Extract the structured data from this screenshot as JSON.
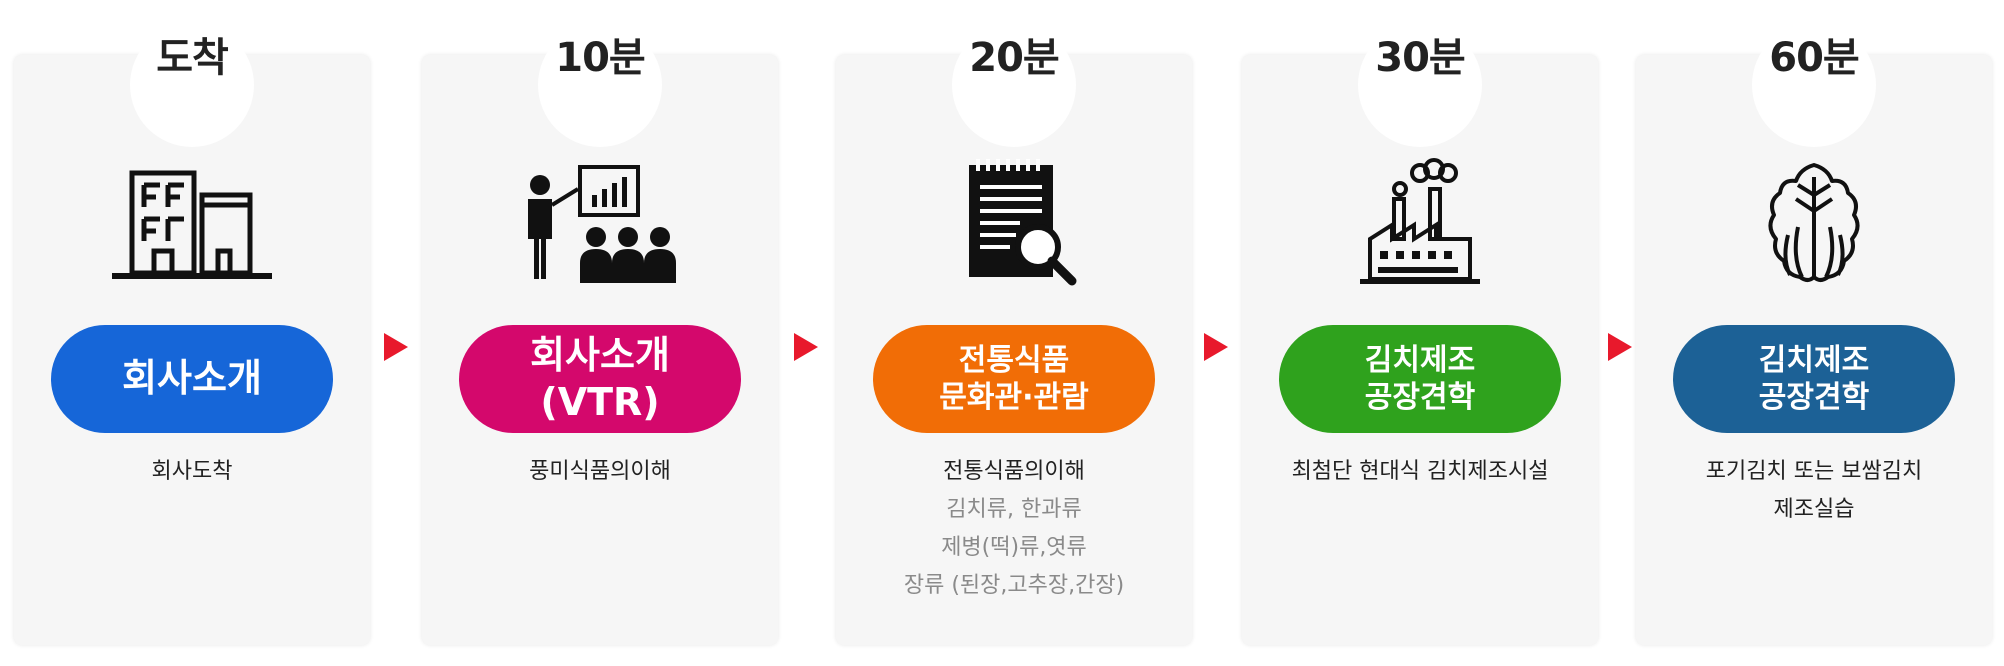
{
  "steps": [
    {
      "time": "도착",
      "icon": "building-icon",
      "title_lines": [
        "회사소개"
      ],
      "color": "#1666d8",
      "desc": [
        "회사도착"
      ],
      "sub": []
    },
    {
      "time": "10분",
      "icon": "presentation-icon",
      "title_lines": [
        "회사소개",
        "(VTR)"
      ],
      "color": "#d4086c",
      "desc": [
        "풍미식품의이해"
      ],
      "sub": []
    },
    {
      "time": "20분",
      "icon": "document-search-icon",
      "title_lines": [
        "전통식품",
        "문화관·관람"
      ],
      "color": "#f16d06",
      "desc": [
        "전통식품의이해"
      ],
      "sub": [
        "김치류, 한과류",
        "제병(떡)류,엿류",
        "장류 (된장,고추장,간장)"
      ]
    },
    {
      "time": "30분",
      "icon": "factory-icon",
      "title_lines": [
        "김치제조",
        "공장견학"
      ],
      "color": "#2fa21d",
      "desc": [
        "최첨단 현대식 김치제조시설"
      ],
      "sub": []
    },
    {
      "time": "60분",
      "icon": "cabbage-icon",
      "title_lines": [
        "김치제조",
        "공장견학"
      ],
      "color": "#1c6196",
      "desc": [
        "포기김치 또는 보쌈김치",
        "제조실습"
      ],
      "sub": []
    }
  ],
  "arrow_color": "#e8192c"
}
